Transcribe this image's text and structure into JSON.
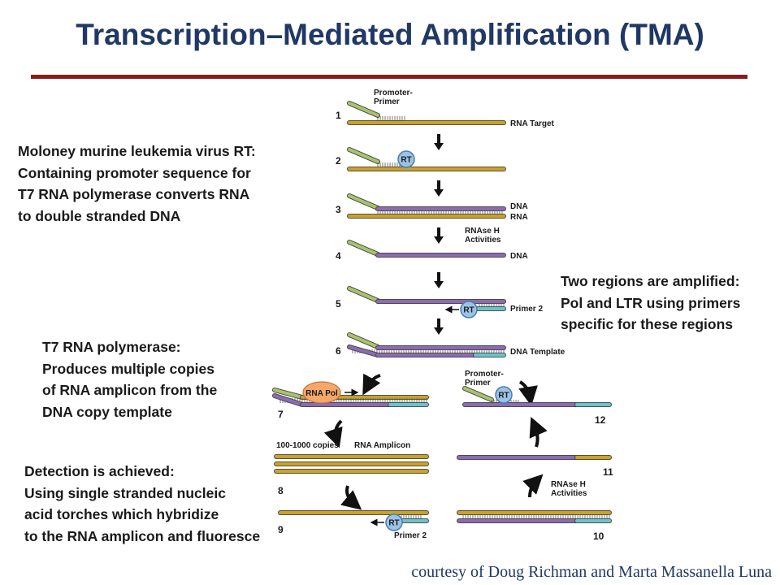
{
  "title": "Transcription–Mediated Amplification (TMA)",
  "notes": {
    "rt": "Moloney murine leukemia virus RT:\nContaining promoter sequence for\nT7 RNA polymerase converts RNA\nto double stranded DNA",
    "regions": "Two regions are amplified:\nPol and LTR using primers\nspecific for these regions",
    "t7": "T7 RNA polymerase:\nProduces multiple copies\nof RNA amplicon from the\nDNA copy template",
    "detection": "Detection is achieved:\nUsing single stranded nucleic\nacid torches which hybridize\nto the RNA amplicon and fluoresce"
  },
  "credit": "courtesy of Doug Richman and Marta Massanella Luna",
  "diagram": {
    "step_numbers": [
      "1",
      "2",
      "3",
      "4",
      "5",
      "6",
      "7",
      "8",
      "9",
      "10",
      "11",
      "12"
    ],
    "labels": {
      "promoter_primer": "Promoter-\nPrimer",
      "rna_target": "RNA Target",
      "rt": "RT",
      "dna": "DNA",
      "rna": "RNA",
      "rnase_h": "RNAse H\nActivities",
      "primer2": "Primer 2",
      "dna_template": "DNA Template",
      "rna_pol": "RNA Pol",
      "copies": "100-1000 copies",
      "rna_amplicon": "RNA Amplicon"
    },
    "colors": {
      "rna": "#c9a227",
      "dna": "#8c6bb1",
      "promoter": "#a8c46a",
      "primer2": "#6cc3c9",
      "rt_enzyme": "#9cc3e6",
      "rna_pol": "#f4a86a",
      "title": "#1f3864",
      "rule": "#8b1a1a"
    }
  }
}
